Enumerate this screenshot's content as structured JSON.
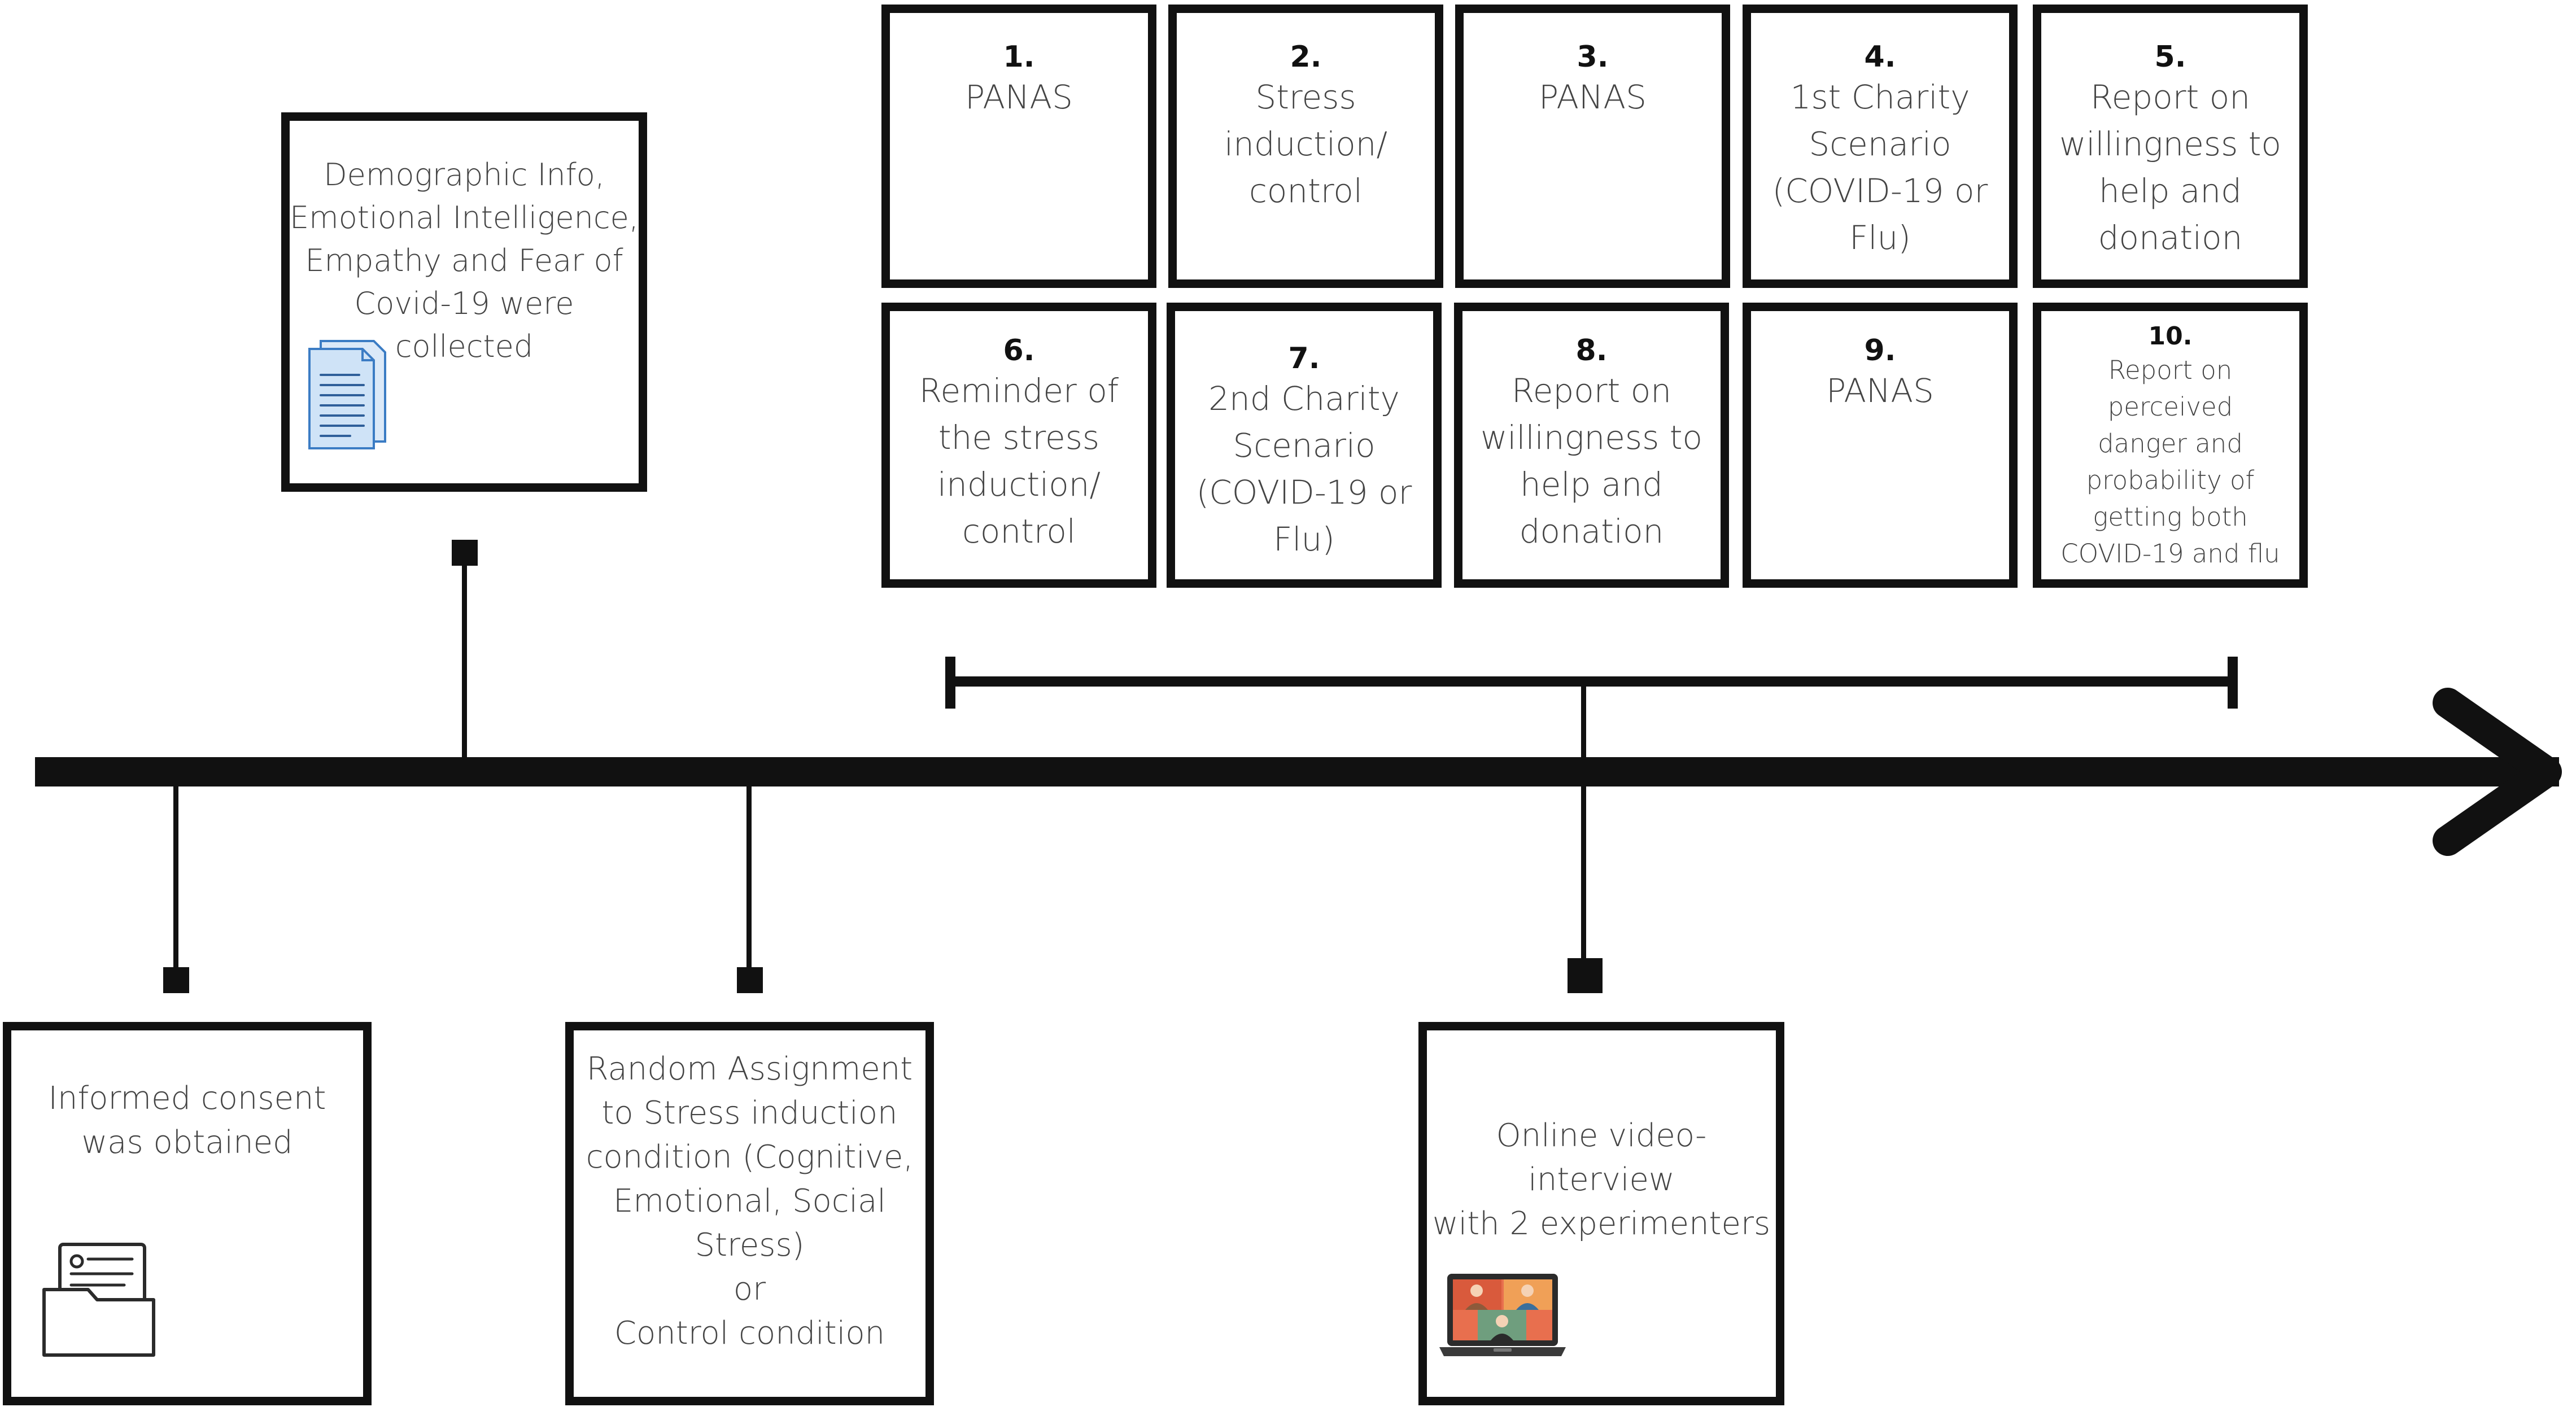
{
  "colors": {
    "stroke": "#111111",
    "text": "#444444",
    "doc_icon_fill": "#cfe3f7",
    "doc_icon_stroke": "#3b7cc4",
    "laptop_frame": "#2b2b2b",
    "laptop_screen": "#e86f4e"
  },
  "steps": [
    {
      "num": "1.",
      "text": "PANAS"
    },
    {
      "num": "2.",
      "text": "Stress\ninduction/\ncontrol"
    },
    {
      "num": "3.",
      "text": "PANAS"
    },
    {
      "num": "4.",
      "text": "1st Charity\nScenario\n(COVID-19 or\nFlu)"
    },
    {
      "num": "5.",
      "text": "Report on\nwillingness to\nhelp and\ndonation"
    },
    {
      "num": "6.",
      "text": "Reminder of\nthe stress\ninduction/\ncontrol"
    },
    {
      "num": "7.",
      "text": "2nd Charity\nScenario\n(COVID-19 or\nFlu)"
    },
    {
      "num": "8.",
      "text": "Report on\nwillingness to\nhelp and\ndonation"
    },
    {
      "num": "9.",
      "text": "PANAS"
    },
    {
      "num": "10.",
      "text": "Report on\nperceived\ndanger and\nprobability of\ngetting  both\nCOVID-19 and flu"
    }
  ],
  "boxes": {
    "demographic": "Demographic Info,\nEmotional Intelligence,\nEmpathy and Fear of\nCovid-19 were collected",
    "consent": "Informed consent\nwas obtained",
    "assignment": "Random Assignment\nto Stress induction\ncondition (Cognitive,\nEmotional, Social\nStress)\nor\nControl condition",
    "interview": "Online video-interview\nwith 2 experimenters"
  },
  "icons": {
    "demographic": "document-icon",
    "consent": "folder-file-icon",
    "interview": "video-call-laptop-icon"
  }
}
